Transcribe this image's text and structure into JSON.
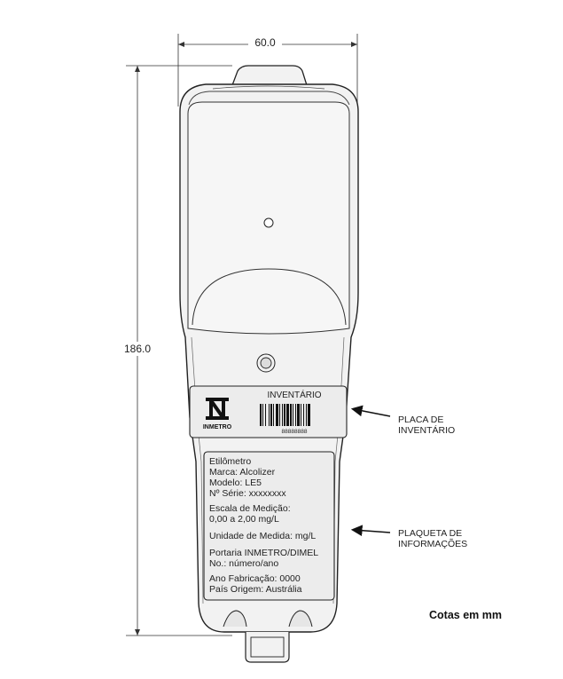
{
  "dimensions": {
    "width_label": "60.0",
    "height_label": "186.0",
    "units_note": "Cotas em mm"
  },
  "callouts": {
    "inventory_plate": [
      "PLACA DE",
      "INVENTÁRIO"
    ],
    "info_plate": [
      "PLAQUETA DE",
      "INFORMAÇÕES"
    ]
  },
  "inventory_tag": {
    "title": "INVENTÁRIO",
    "logo_label": "INMETRO",
    "barcode_number": "88888888"
  },
  "info_plate": {
    "lines": [
      "Etilômetro",
      "Marca:  Alcolizer",
      "Modelo:  LE5",
      "Nº Série: xxxxxxxx",
      "Escala de Medição:",
      "0,00 a 2,00 mg/L",
      "Unidade de Medida: mg/L",
      "Portaria INMETRO/DIMEL",
      "No.: número/ano",
      "Ano Fabricação: 0000",
      "País Origem: Austrália"
    ]
  },
  "colors": {
    "outline": "#222222",
    "device_fill": "#f2f2f2",
    "plate_fill": "#ececec"
  }
}
